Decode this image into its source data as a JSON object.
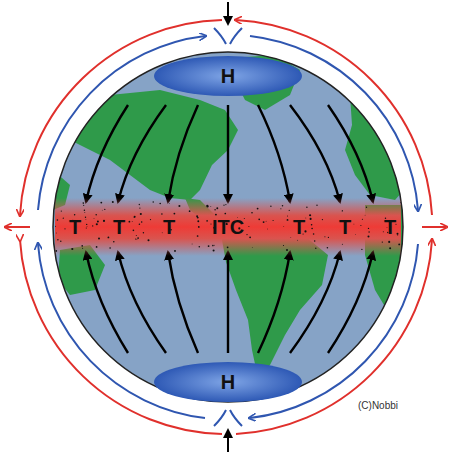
{
  "diagram": {
    "nodes": [
      {
        "text": [
          "H"
        ]
      },
      {
        "text": [
          "T",
          "T",
          "T",
          "ITC",
          "T",
          "T",
          "T"
        ]
      },
      {
        "text": [
          "H"
        ]
      }
    ],
    "edges": [
      {
        "from": 0,
        "to": 1,
        "arrow": "to"
      },
      {
        "from": 0,
        "to": 1,
        "arrow": "to"
      },
      {
        "from": 0,
        "to": 1,
        "arrow": "to"
      },
      {
        "from": 0,
        "to": 1,
        "arrow": "to"
      },
      {
        "from": 0,
        "to": 1,
        "arrow": "to"
      },
      {
        "from": 0,
        "to": 1,
        "arrow": "to"
      },
      {
        "from": 0,
        "to": 1,
        "arrow": "to"
      },
      {
        "from": 2,
        "to": 1,
        "arrow": "to"
      },
      {
        "from": 2,
        "to": 1,
        "arrow": "to"
      },
      {
        "from": 2,
        "to": 1,
        "arrow": "to"
      },
      {
        "from": 2,
        "to": 1,
        "arrow": "to"
      },
      {
        "from": 2,
        "to": 1,
        "arrow": "to"
      },
      {
        "from": 2,
        "to": 1,
        "arrow": "to"
      },
      {
        "from": 2,
        "to": 1,
        "arrow": "to"
      }
    ],
    "labels": [
      "(C)Nobbi"
    ]
  }
}
